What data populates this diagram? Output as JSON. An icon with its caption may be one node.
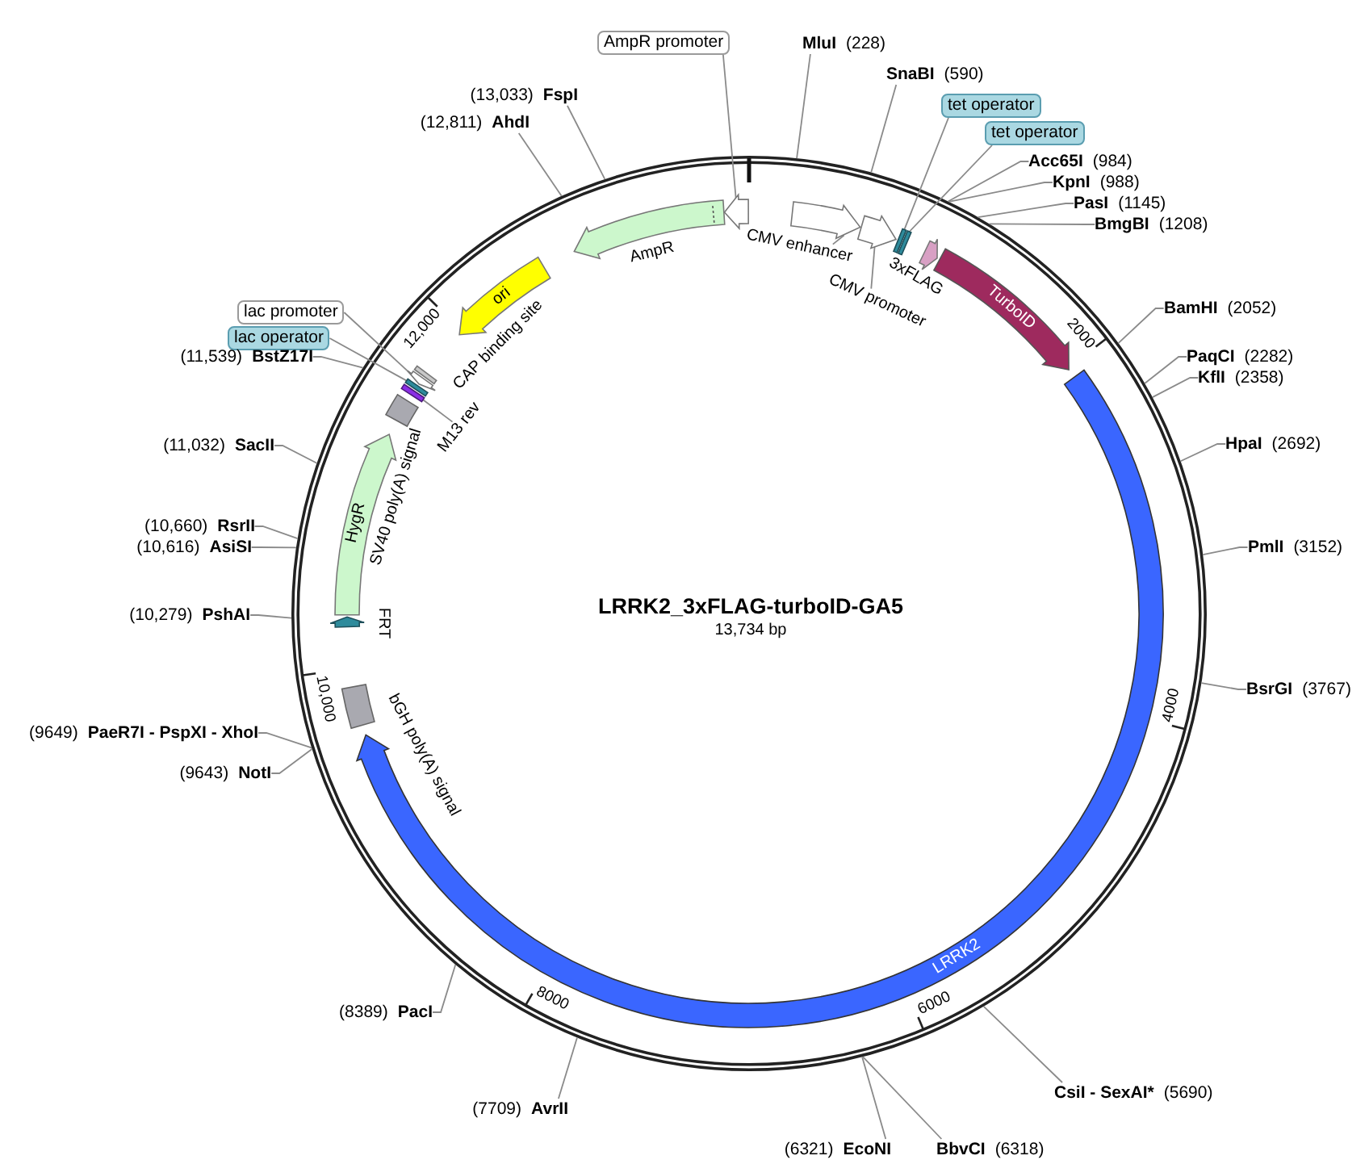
{
  "diagram": {
    "title": "LRRK2_3xFLAG-turboID-GA5",
    "nodes": [
      {
        "text": [
          "AmpR promoter"
        ]
      },
      {
        "text": [],
        "shape": "arrow"
      },
      {
        "text": [],
        "shape": "arrow"
      },
      {
        "text": [],
        "shape": "arrow"
      },
      {
        "text": [
          "CMV enhancer"
        ]
      },
      {
        "text": [
          "CMV promoter"
        ]
      },
      {
        "text": [
          "tet operator"
        ]
      },
      {
        "text": [
          "tet operator"
        ]
      },
      {
        "text": [],
        "shape": "bar"
      },
      {
        "text": [],
        "shape": "bar"
      },
      {
        "text": [],
        "shape": "arrow",
        "beside": [
          "3xFLAG"
        ]
      },
      {
        "text": [
          "TurboID"
        ]
      },
      {
        "text": [
          "LRRK2"
        ]
      },
      {
        "text": [],
        "shape": "box"
      },
      {
        "text": [],
        "shape": "arrow"
      },
      {
        "text": [
          "HygR"
        ]
      },
      {
        "text": [],
        "shape": "box",
        "beside": [
          "SV40 poly(A) signal"
        ]
      },
      {
        "text": [],
        "shape": "bar"
      },
      {
        "text": [
          "M13 rev"
        ]
      },
      {
        "text": [],
        "shape": "bar"
      },
      {
        "text": [],
        "shape": "arrow"
      },
      {
        "text": [],
        "shape": "bar"
      },
      {
        "text": [
          "lac promoter"
        ]
      },
      {
        "text": [
          "lac operator"
        ]
      },
      {
        "text": [
          "ori"
        ]
      },
      {
        "text": [],
        "shape": "arrow",
        "beside": [
          "AmpR"
        ]
      },
      {
        "text": [
          "MluI",
          "(228)"
        ]
      },
      {
        "text": [
          "SnaBI",
          "(590)"
        ]
      },
      {
        "text": [
          "Acc65I",
          "(984)"
        ]
      },
      {
        "text": [
          "KpnI",
          "(988)"
        ]
      },
      {
        "text": [
          "PasI",
          "(1145)"
        ]
      },
      {
        "text": [
          "BmgBI",
          "(1208)"
        ]
      },
      {
        "text": [
          "BamHI",
          "(2052)"
        ]
      },
      {
        "text": [
          "PaqCI",
          "(2282)"
        ]
      },
      {
        "text": [
          "KflI",
          "(2358)"
        ]
      },
      {
        "text": [
          "HpaI",
          "(2692)"
        ]
      },
      {
        "text": [
          "PmlI",
          "(3152)"
        ]
      },
      {
        "text": [
          "BsrGI",
          "(3767)"
        ]
      },
      {
        "text": [
          "CsiI - SexAI*",
          "(5690)"
        ]
      },
      {
        "text": [
          "(6321)",
          "EcoNI"
        ]
      },
      {
        "text": [
          "BbvCI",
          "(6318)"
        ]
      },
      {
        "text": [
          "(7709)",
          "AvrII"
        ]
      },
      {
        "text": [
          "(8389)",
          "PacI"
        ]
      },
      {
        "text": [
          "(9643)",
          "NotI"
        ]
      },
      {
        "text": [
          "(9649)",
          "PaeR7I - PspXI - XhoI"
        ]
      },
      {
        "text": [
          "(10,279)",
          "PshAI"
        ]
      },
      {
        "text": [
          "(10,616)",
          "AsiSI"
        ]
      },
      {
        "text": [
          "(10,660)",
          "RsrII"
        ]
      },
      {
        "text": [
          "(11,032)",
          "SacII"
        ]
      },
      {
        "text": [
          "(11,539)",
          "BstZ17I"
        ]
      },
      {
        "text": [
          "(12,811)",
          "AhdI"
        ]
      },
      {
        "text": [
          "(13,033)",
          "FspI"
        ]
      }
    ],
    "edges": [
      {
        "from": 0,
        "to": 1,
        "arrow": "none"
      },
      {
        "from": 4,
        "to": 2,
        "arrow": "none"
      },
      {
        "from": 5,
        "to": 3,
        "arrow": "none"
      },
      {
        "from": 6,
        "to": 8,
        "arrow": "none"
      },
      {
        "from": 7,
        "to": 9,
        "arrow": "none"
      },
      {
        "from": 18,
        "to": 17,
        "arrow": "none"
      },
      {
        "from": 22,
        "to": 20,
        "arrow": "none"
      },
      {
        "from": 23,
        "to": 19,
        "arrow": "none"
      },
      {
        "from": 26,
        "to": null,
        "arrow": "none"
      },
      {
        "from": 27,
        "to": null,
        "arrow": "none"
      },
      {
        "from": 28,
        "to": null,
        "arrow": "none"
      },
      {
        "from": 29,
        "to": null,
        "arrow": "none"
      },
      {
        "from": 30,
        "to": null,
        "arrow": "none"
      },
      {
        "from": 31,
        "to": null,
        "arrow": "none"
      },
      {
        "from": 32,
        "to": null,
        "arrow": "none"
      },
      {
        "from": 33,
        "to": null,
        "arrow": "none"
      },
      {
        "from": 34,
        "to": null,
        "arrow": "none"
      },
      {
        "from": 35,
        "to": null,
        "arrow": "none"
      },
      {
        "from": 36,
        "to": null,
        "arrow": "none"
      },
      {
        "from": 37,
        "to": null,
        "arrow": "none"
      },
      {
        "from": 38,
        "to": null,
        "arrow": "none"
      },
      {
        "from": 39,
        "to": null,
        "arrow": "none"
      },
      {
        "from": 40,
        "to": null,
        "arrow": "none"
      },
      {
        "from": 41,
        "to": null,
        "arrow": "none"
      },
      {
        "from": 42,
        "to": null,
        "arrow": "none"
      },
      {
        "from": 43,
        "to": null,
        "arrow": "none"
      },
      {
        "from": 44,
        "to": null,
        "arrow": "none"
      },
      {
        "from": 45,
        "to": null,
        "arrow": "none"
      },
      {
        "from": 46,
        "to": null,
        "arrow": "none"
      },
      {
        "from": 47,
        "to": null,
        "arrow": "none"
      },
      {
        "from": 48,
        "to": null,
        "arrow": "none"
      },
      {
        "from": 49,
        "to": null,
        "arrow": "none"
      },
      {
        "from": 50,
        "to": null,
        "arrow": "none"
      },
      {
        "from": 51,
        "to": null,
        "arrow": "none"
      }
    ],
    "labels": [
      "13,734 bp",
      "2000",
      "4000",
      "6000",
      "8000",
      "10,000",
      "12,000",
      "CAP binding site",
      "FRT",
      "bGH poly(A) signal"
    ]
  }
}
